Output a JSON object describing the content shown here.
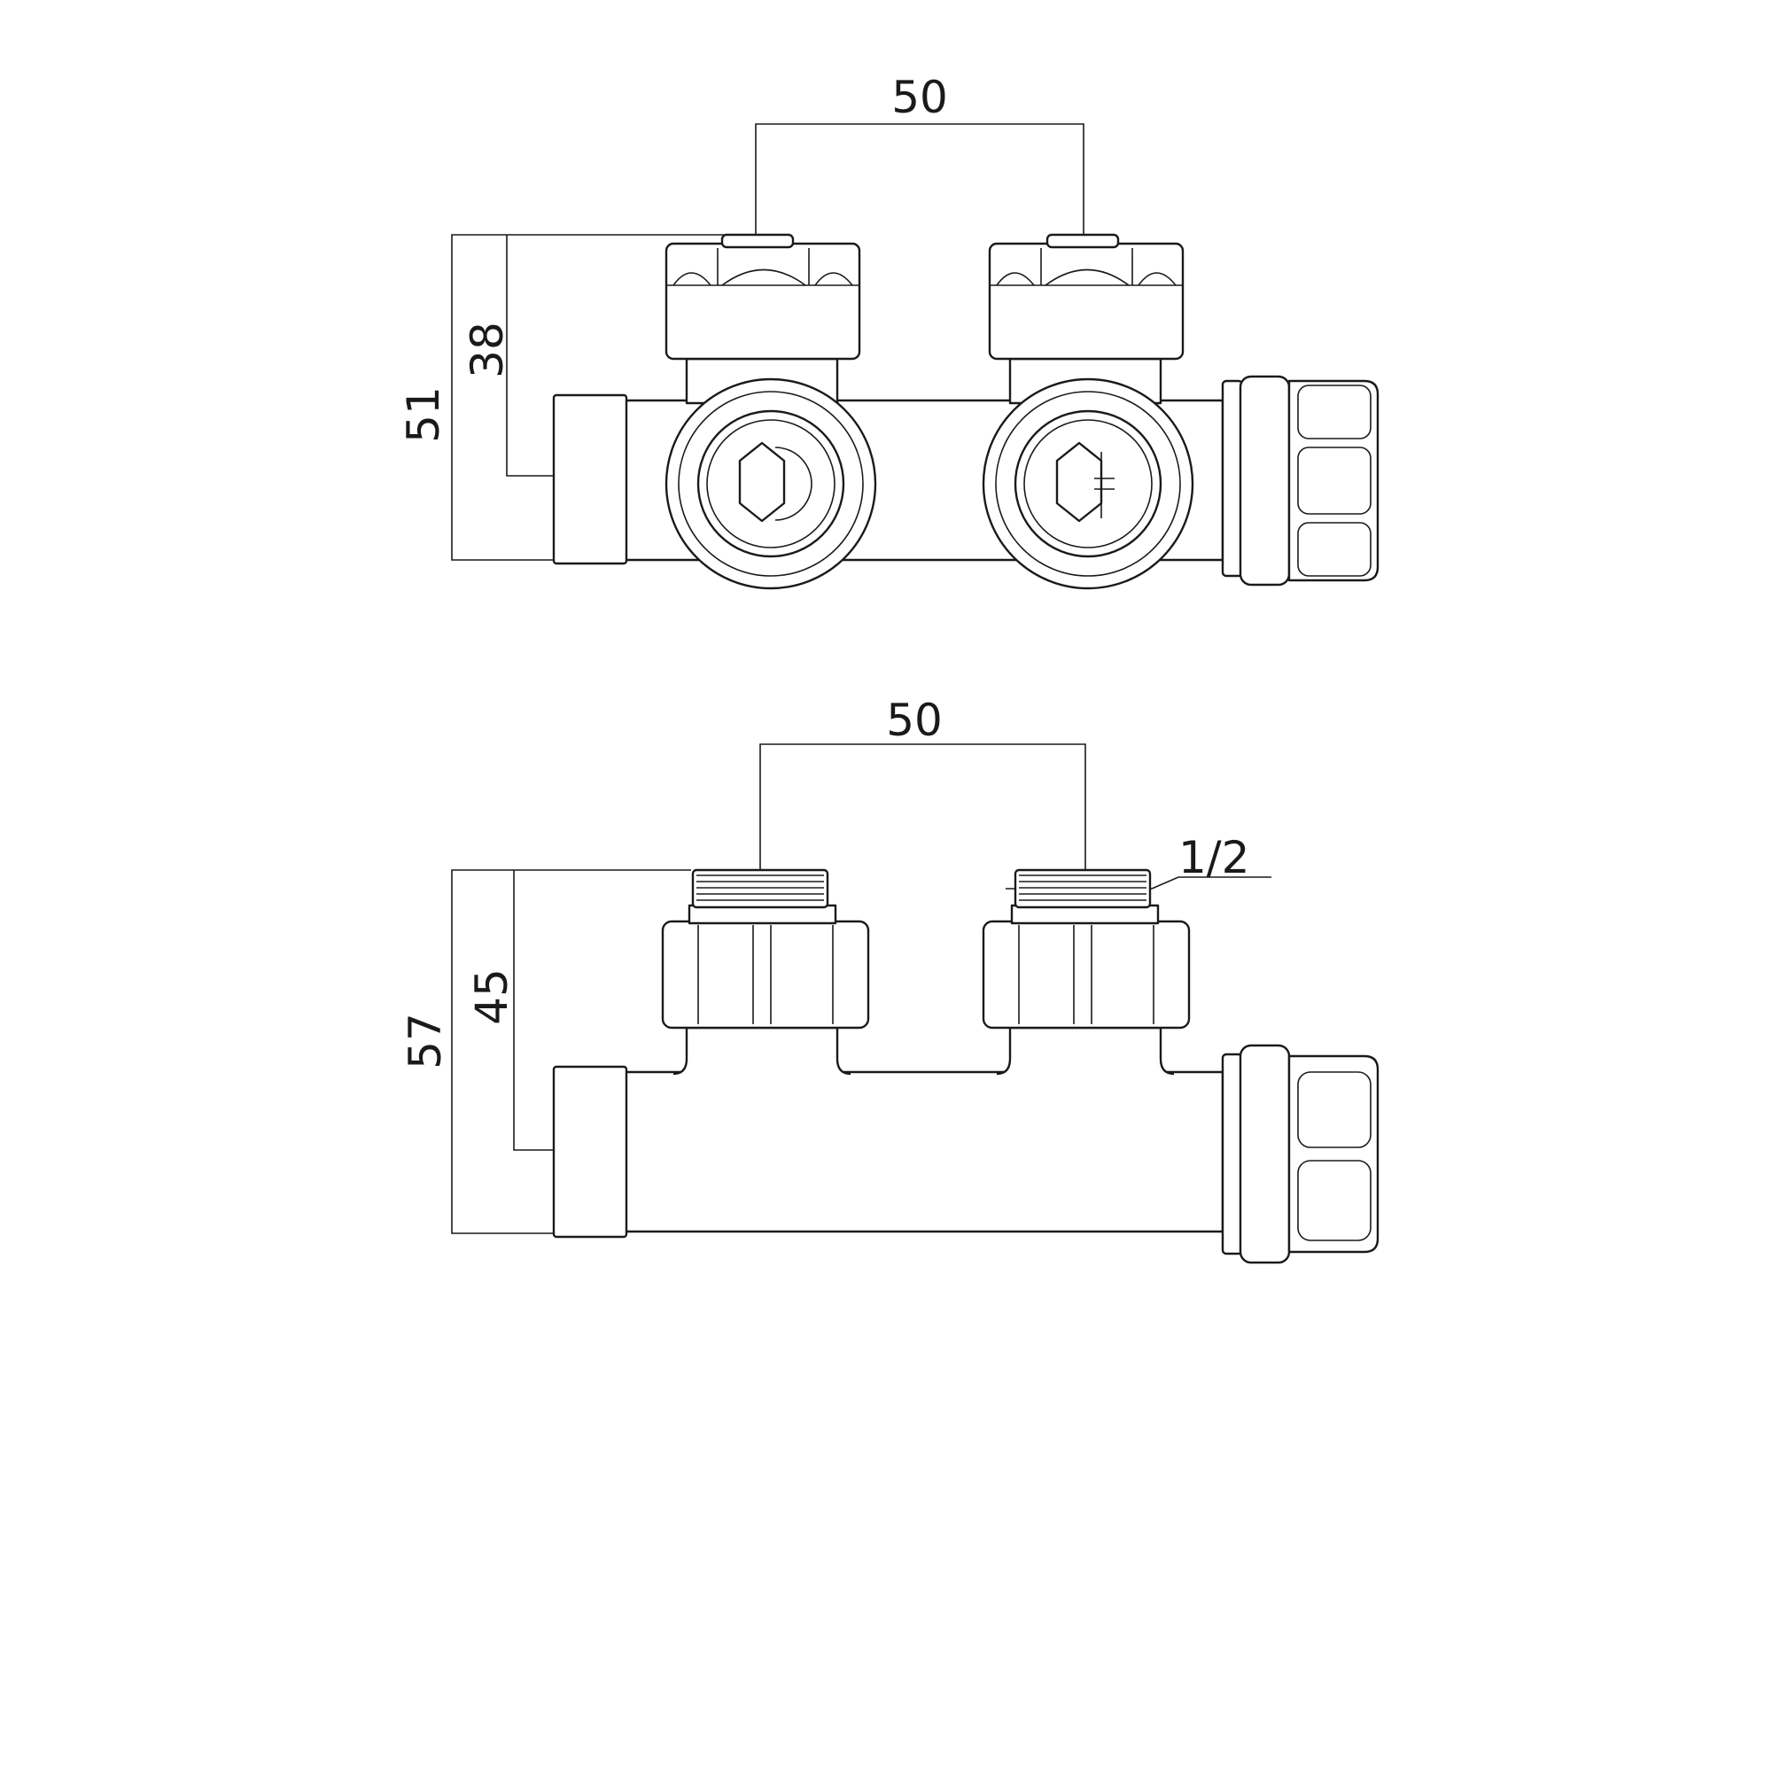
{
  "top_view": {
    "dimensions": {
      "spacing": "50",
      "overall_height": "51",
      "axis_height": "38"
    }
  },
  "bottom_view": {
    "dimensions": {
      "spacing": "50",
      "overall_height": "57",
      "axis_height": "45",
      "thread": "1/2"
    }
  }
}
